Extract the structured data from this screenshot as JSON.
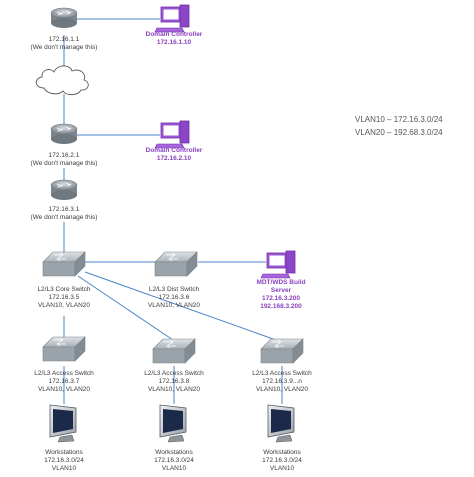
{
  "colors": {
    "line": "#4a86c8",
    "device": "#8f9aa3",
    "server": "#9b55d4",
    "label_purple": "#8a3fbf"
  },
  "routers": [
    {
      "id": "r1",
      "ip": "172.16.1.1",
      "note": "(We don't manage this)"
    },
    {
      "id": "r2",
      "ip": "172.16.2.1",
      "note": "(We don't manage this)"
    },
    {
      "id": "r3",
      "ip": "172.16.3.1",
      "note": "(We don't manage this)"
    }
  ],
  "cloud": {
    "icon": "cloud-icon"
  },
  "servers": [
    {
      "id": "dc1",
      "line1": "Domain Controller",
      "line2": "172.16.1.10"
    },
    {
      "id": "dc2",
      "line1": "Domain Controller",
      "line2": "172.16.2.10"
    },
    {
      "id": "mdt",
      "line1": "MDT/WDS Build",
      "line2": "Server",
      "line3": "172.16.3.200",
      "line4": "192.168.3.200"
    }
  ],
  "switches": [
    {
      "id": "core",
      "name": "L2/L3 Core Switch",
      "ip": "172.16.3.5",
      "vlans": "VLAN10, VLAN20"
    },
    {
      "id": "dist",
      "name": "L2/L3 Dist Switch",
      "ip": "172.16.3.6",
      "vlans": "VLAN10, VLAN20"
    },
    {
      "id": "acc1",
      "name": "L2/L3 Access Switch",
      "ip": "172.16.3.7",
      "vlans": "VLAN10, VLAN20"
    },
    {
      "id": "acc2",
      "name": "L2/L3 Access Switch",
      "ip": "172.16.3.8",
      "vlans": "VLAN10, VLAN20"
    },
    {
      "id": "acc3",
      "name": "L2/L3 Access Switch",
      "ip": "172.16.3.9...n",
      "vlans": "VLAN10, VLAN20"
    }
  ],
  "workstations": [
    {
      "id": "ws1",
      "name": "Workstations",
      "subnet": "172.16.3.0/24",
      "vlan": "VLAN10"
    },
    {
      "id": "ws2",
      "name": "Workstations",
      "subnet": "172.16.3.0/24",
      "vlan": "VLAN10"
    },
    {
      "id": "ws3",
      "name": "Workstations",
      "subnet": "172.16.3.0/24",
      "vlan": "VLAN10"
    }
  ],
  "vlan_info": {
    "line1": "VLAN10 – 172.16.3.0/24",
    "line2": "VLAN20 – 192.68.3.0/24"
  }
}
